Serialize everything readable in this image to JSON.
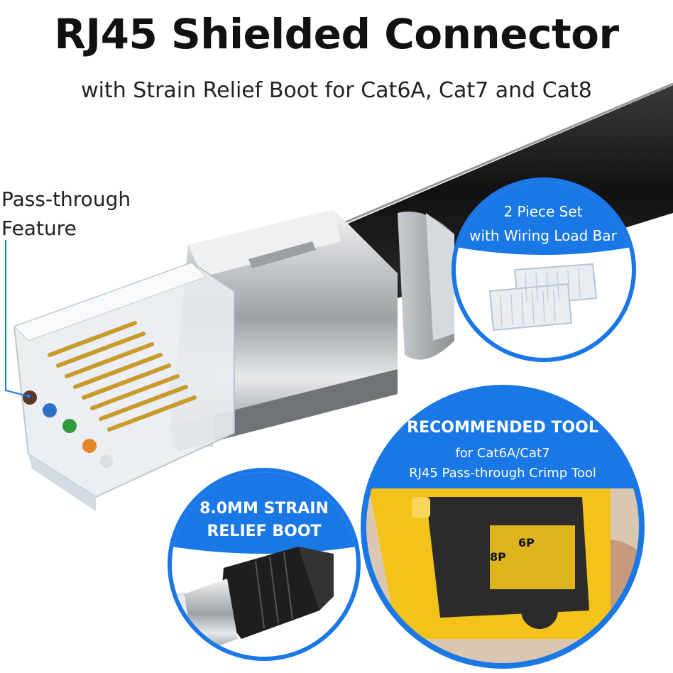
{
  "header": {
    "title": "RJ45 Shielded Connector",
    "subtitle": "with Strain Relief Boot for Cat6A, Cat7 and Cat8"
  },
  "callout": {
    "line1": "Pass-through",
    "line2": "Feature"
  },
  "bubbles": {
    "load_bar": {
      "line1": "2 Piece Set",
      "line2": "with Wiring Load Bar"
    },
    "tool": {
      "heading": "RECOMMENDED TOOL",
      "line1": "for Cat6A/Cat7",
      "line2": "RJ45 Pass-through Crimp Tool"
    },
    "boot": {
      "line1": "8.0MM STRAIN",
      "line2": "RELIEF BOOT"
    }
  },
  "colors": {
    "accent_blue": "#1a77e6",
    "cable_black": "#1b1b1b",
    "shield_silver": "#b9bcc0",
    "tool_yellow": "#f3c21b"
  }
}
